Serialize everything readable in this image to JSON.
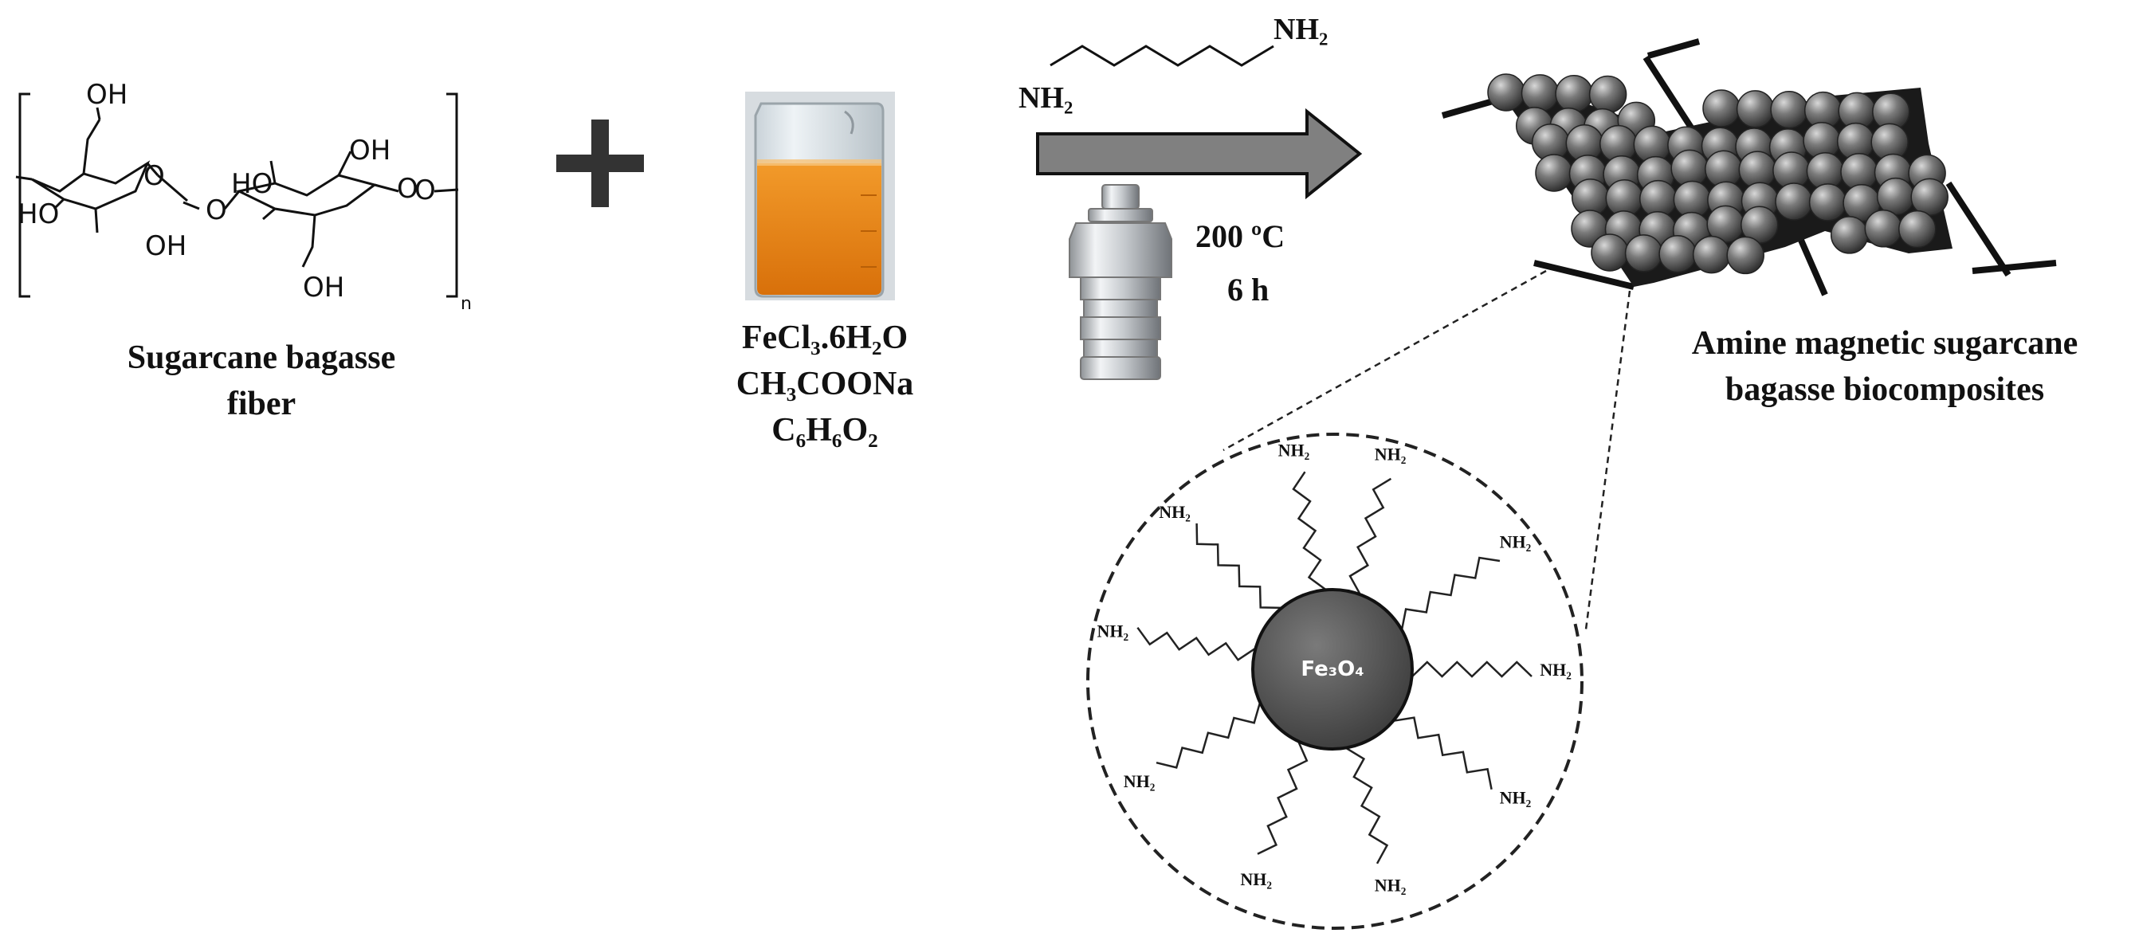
{
  "cellulose": {
    "oh_top": "OH",
    "oh_ring2_top": "OH",
    "ho_ring2_left": "HO",
    "ho_left": "HO",
    "oh_ring1_bottom": "OH",
    "oh_ring2_bottom": "OH",
    "o_ring1": "O",
    "o_bridge": "O",
    "o_ring2": "O",
    "o_end": "O",
    "subscript_n": "n",
    "label_line1": "Sugarcane  bagasse",
    "label_line2": "fiber"
  },
  "plus_sign": "+",
  "reagents": {
    "line1": "FeCl₃.6H₂O",
    "line2": "CH₃COONa",
    "line3": "C₆H₆O₂"
  },
  "diamine": {
    "nh2_right": "NH₂",
    "nh2_left": "NH₂"
  },
  "conditions": {
    "temperature": "200 ºC",
    "time": "6 h"
  },
  "product": {
    "label_line1": "Amine  magnetic  sugarcane",
    "label_line2": "bagasse biocomposites"
  },
  "nanoparticle": {
    "core_label": "Fe₃O₄",
    "ligand_label": "NH₂"
  },
  "colors": {
    "beaker_liquid": "#e8820c",
    "arrow_fill": "#808080",
    "core_fill": "#5a5a5a",
    "sphere_fill": "#6d6d6d"
  }
}
